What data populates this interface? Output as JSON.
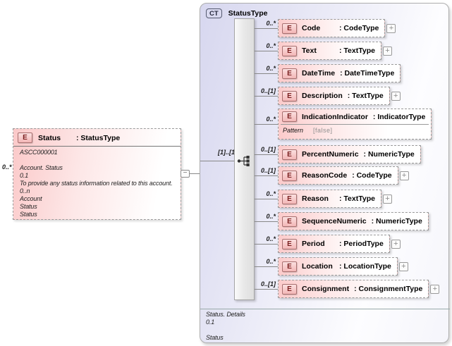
{
  "left_element": {
    "cardinality": "0..*",
    "badge": "E",
    "name": "Status",
    "type": ": StatusType",
    "doc_lines": [
      "ASCC000001",
      "",
      "Account. Status",
      "0.1",
      "To provide any status information related to this account.",
      "0..n",
      "Account",
      "Status",
      "Status"
    ]
  },
  "connector": {
    "collapse_glyph": "−"
  },
  "ct": {
    "badge": "CT",
    "title": "StatusType",
    "root_cardinality": "[1]..[1]",
    "compositor": "sequence",
    "expand_glyph": "+",
    "elements": [
      {
        "cardinality": "0..*",
        "badge": "E",
        "name": "Code",
        "type": ": CodeType"
      },
      {
        "cardinality": "0..*",
        "badge": "E",
        "name": "Text",
        "type": ": TextType"
      },
      {
        "cardinality": "0..*",
        "badge": "E",
        "name": "DateTime",
        "type": ": DateTimeType"
      },
      {
        "cardinality": "0..[1]",
        "badge": "E",
        "name": "Description",
        "type": ": TextType"
      },
      {
        "cardinality": "0..*",
        "badge": "E",
        "name": "IndicationIndicator",
        "type": ": IndicatorType",
        "facet_label": "Pattern",
        "facet_value": "[false]"
      },
      {
        "cardinality": "0..[1]",
        "badge": "E",
        "name": "PercentNumeric",
        "type": ": NumericType"
      },
      {
        "cardinality": "0..[1]",
        "badge": "E",
        "name": "ReasonCode",
        "type": ": CodeType"
      },
      {
        "cardinality": "0..*",
        "badge": "E",
        "name": "Reason",
        "type": ": TextType"
      },
      {
        "cardinality": "0..*",
        "badge": "E",
        "name": "SequenceNumeric",
        "type": ": NumericType"
      },
      {
        "cardinality": "0..*",
        "badge": "E",
        "name": "Period",
        "type": ": PeriodType"
      },
      {
        "cardinality": "0..*",
        "badge": "E",
        "name": "Location",
        "type": ": LocationType"
      },
      {
        "cardinality": "0..[1]",
        "badge": "E",
        "name": "Consignment",
        "type": ": ConsignmentType"
      }
    ],
    "footer_lines": [
      "Status. Details",
      "0.1",
      "",
      "Status"
    ]
  },
  "colors": {
    "element_pink": "#fccbcb",
    "complextype_lavender": "#d7d7ef",
    "badge_border": "#a87070",
    "badge_text": "#7a1f1f",
    "dashed_border": "#9a9a9a",
    "line_gray": "#888888"
  }
}
